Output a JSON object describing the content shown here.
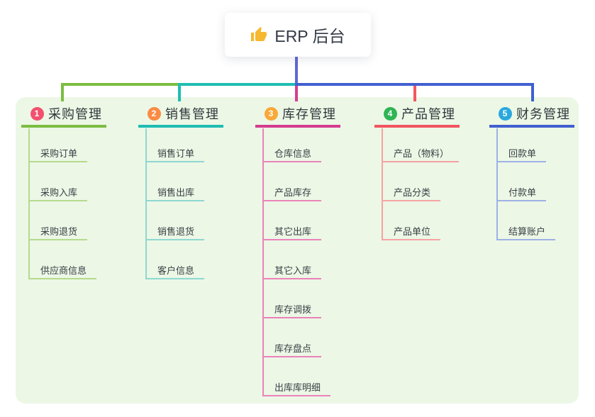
{
  "root": {
    "label": "ERP 后台",
    "icon": "thumbs-up-icon",
    "icon_color": "#f5b82e",
    "line_color": "#5c68d6"
  },
  "panel": {
    "background": "#ecf7e6"
  },
  "branches": [
    {
      "number": "1",
      "label": "采购管理",
      "badge_color": "#f2506e",
      "line_color": "#7cbd41",
      "light_color": "#b5da8d",
      "children": [
        "采购订单",
        "采购入库",
        "采购退货",
        "供应商信息"
      ]
    },
    {
      "number": "2",
      "label": "销售管理",
      "badge_color": "#fa8b44",
      "line_color": "#1fbdb2",
      "light_color": "#8ed8d0",
      "children": [
        "销售订单",
        "销售出库",
        "销售退货",
        "客户信息"
      ]
    },
    {
      "number": "3",
      "label": "库存管理",
      "badge_color": "#f9a937",
      "line_color": "#d63c90",
      "light_color": "#ec82ba",
      "children": [
        "仓库信息",
        "产品库存",
        "其它出库",
        "其它入库",
        "库存调拨",
        "库存盘点",
        "出库库明细"
      ]
    },
    {
      "number": "4",
      "label": "产品管理",
      "badge_color": "#2eb454",
      "line_color": "#f25560",
      "light_color": "#f7a2a4",
      "children": [
        "产品（物料）",
        "产品分类",
        "产品单位"
      ]
    },
    {
      "number": "5",
      "label": "财务管理",
      "badge_color": "#29a8dd",
      "line_color": "#4160cf",
      "light_color": "#9db1e6",
      "children": [
        "回款单",
        "付款单",
        "结算账户"
      ]
    }
  ]
}
